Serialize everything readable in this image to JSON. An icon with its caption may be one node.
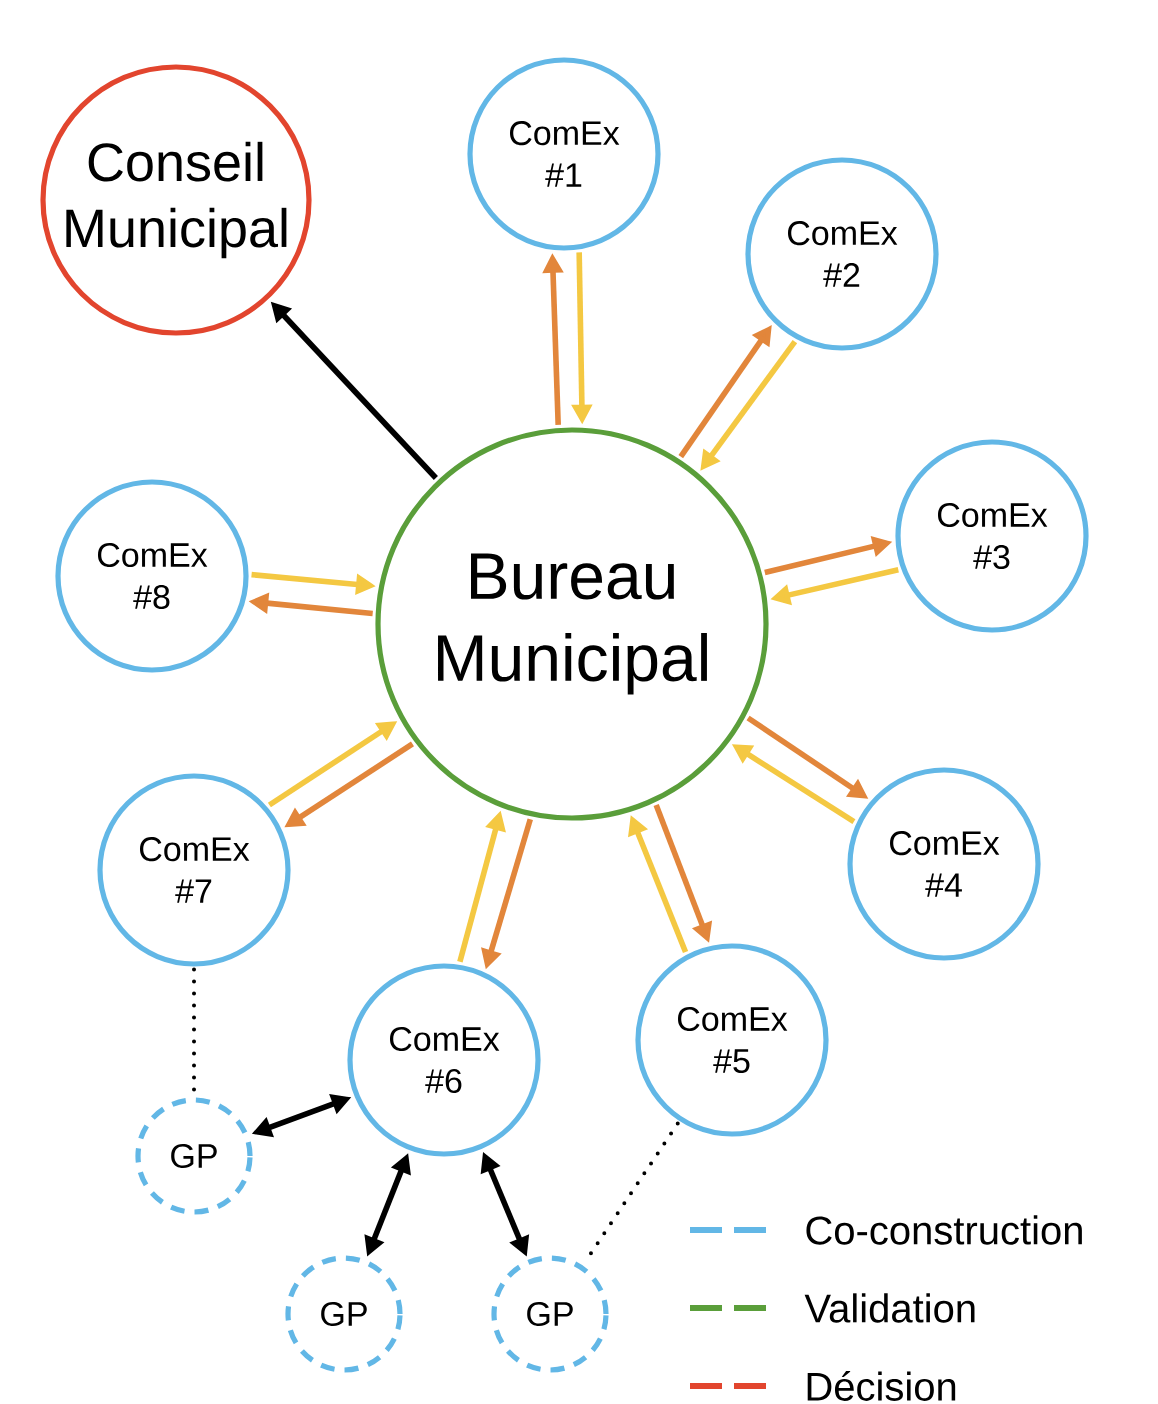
{
  "diagram": {
    "nodes": [
      {
        "text": [
          "Conseil Municipal"
        ]
      },
      {
        "text": [
          "Bureau Municipal"
        ]
      },
      {
        "text": [
          "ComEx #1"
        ]
      },
      {
        "text": [
          "ComEx #2"
        ]
      },
      {
        "text": [
          "ComEx #3"
        ]
      },
      {
        "text": [
          "ComEx #4"
        ]
      },
      {
        "text": [
          "ComEx #5"
        ]
      },
      {
        "text": [
          "ComEx #6"
        ]
      },
      {
        "text": [
          "ComEx #7"
        ]
      },
      {
        "text": [
          "ComEx #8"
        ]
      },
      {
        "text": [
          "GP"
        ]
      },
      {
        "text": [
          "GP"
        ]
      },
      {
        "text": [
          "GP"
        ]
      }
    ],
    "edges": [
      {
        "from": 1,
        "to": 0,
        "arrow": "to",
        "color": "#000000"
      },
      {
        "from": 1,
        "to": 2,
        "arrow": "to",
        "color": "#e2863b"
      },
      {
        "from": 2,
        "to": 1,
        "arrow": "to",
        "color": "#f4c842"
      },
      {
        "from": 1,
        "to": 3,
        "arrow": "to",
        "color": "#e2863b"
      },
      {
        "from": 3,
        "to": 1,
        "arrow": "to",
        "color": "#f4c842"
      },
      {
        "from": 1,
        "to": 4,
        "arrow": "to",
        "color": "#e2863b"
      },
      {
        "from": 4,
        "to": 1,
        "arrow": "to",
        "color": "#f4c842"
      },
      {
        "from": 1,
        "to": 5,
        "arrow": "to",
        "color": "#e2863b"
      },
      {
        "from": 5,
        "to": 1,
        "arrow": "to",
        "color": "#f4c842"
      },
      {
        "from": 1,
        "to": 6,
        "arrow": "to",
        "color": "#e2863b"
      },
      {
        "from": 6,
        "to": 1,
        "arrow": "to",
        "color": "#f4c842"
      },
      {
        "from": 1,
        "to": 7,
        "arrow": "to",
        "color": "#e2863b"
      },
      {
        "from": 7,
        "to": 1,
        "arrow": "to",
        "color": "#f4c842"
      },
      {
        "from": 1,
        "to": 8,
        "arrow": "to",
        "color": "#e2863b"
      },
      {
        "from": 8,
        "to": 1,
        "arrow": "to",
        "color": "#f4c842"
      },
      {
        "from": 1,
        "to": 9,
        "arrow": "to",
        "color": "#e2863b"
      },
      {
        "from": 9,
        "to": 1,
        "arrow": "to",
        "color": "#f4c842"
      },
      {
        "from": 8,
        "to": 10,
        "arrow": "none",
        "style": "dashed",
        "color": "#000000"
      },
      {
        "from": 7,
        "to": 10,
        "arrow": "both",
        "color": "#000000"
      },
      {
        "from": 7,
        "to": 11,
        "arrow": "both",
        "color": "#000000"
      },
      {
        "from": 7,
        "to": 12,
        "arrow": "both",
        "color": "#000000"
      },
      {
        "from": 6,
        "to": 12,
        "arrow": "none",
        "style": "dashed",
        "color": "#000000"
      }
    ],
    "legend": [
      {
        "text": "Co-construction"
      },
      {
        "text": "Validation"
      },
      {
        "text": "Décision"
      }
    ]
  }
}
